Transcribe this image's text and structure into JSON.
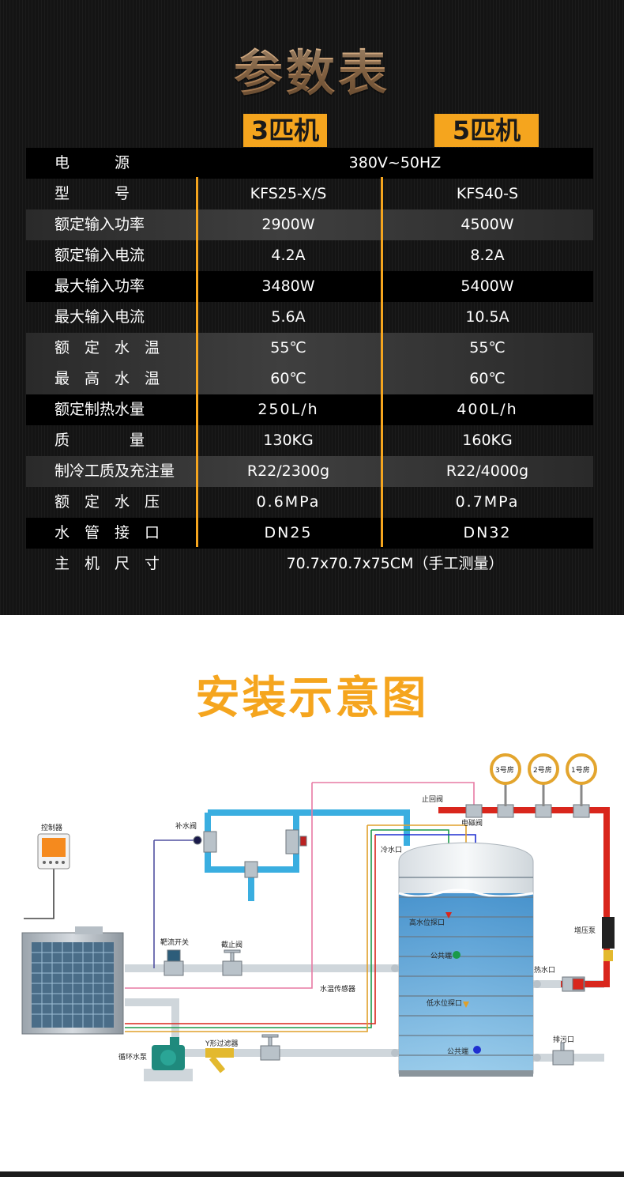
{
  "spec": {
    "title": "参数表",
    "model_headers": [
      "3匹机",
      "5匹机"
    ],
    "rows": [
      {
        "label": "电　　　源",
        "spread": true,
        "span": "380V~50HZ",
        "style": "black"
      },
      {
        "label": "型　　　号",
        "spread": true,
        "v1": "KFS25-X/S",
        "v2": "KFS40-S",
        "style": "clear"
      },
      {
        "label": "额定输入功率",
        "spread": true,
        "v1": "2900W",
        "v2": "4500W",
        "style": "gray"
      },
      {
        "label": "额定输入电流",
        "spread": true,
        "v1": "4.2A",
        "v2": "8.2A",
        "style": "clear"
      },
      {
        "label": "最大输入功率",
        "spread": true,
        "v1": "3480W",
        "v2": "5400W",
        "style": "black"
      },
      {
        "label": "最大输入电流",
        "spread": true,
        "v1": "5.6A",
        "v2": "10.5A",
        "style": "clear"
      },
      {
        "label": "额　定　水　温",
        "spread": true,
        "v1": "55℃",
        "v2": "55℃",
        "style": "gray"
      },
      {
        "label": "最　高　水　温",
        "spread": true,
        "v1": "60℃",
        "v2": "60℃",
        "style": "gray"
      },
      {
        "label": "额定制热水量",
        "spread": true,
        "v1": "250L/h",
        "v2": "400L/h",
        "style": "black",
        "spaced": true
      },
      {
        "label": "质　　　　量",
        "spread": true,
        "v1": "130KG",
        "v2": "160KG",
        "style": "clear"
      },
      {
        "label": "制冷工质及充注量",
        "spread": false,
        "v1": "R22/2300g",
        "v2": "R22/4000g",
        "style": "gray"
      },
      {
        "label": "额　定　水　压",
        "spread": true,
        "v1": "0.6MPa",
        "v2": "0.7MPa",
        "style": "clear",
        "spaced": true
      },
      {
        "label": "水　管　接　口",
        "spread": true,
        "v1": "DN25",
        "v2": "DN32",
        "style": "black",
        "spaced": true
      },
      {
        "label": "主　机　尺　寸",
        "spread": true,
        "span": "70.7x70.7x75CM（手工测量）",
        "style": "clear"
      }
    ]
  },
  "install": {
    "title": "安装示意图",
    "labels": {
      "controller": "控制器",
      "makeup_valve": "补水阀",
      "check_valve": "止回阀",
      "solenoid_valve": "电磁阀",
      "room3": "3号房",
      "room2": "2号房",
      "room1": "1号房",
      "cold_inlet": "冷水口",
      "high_level_probe": "高水位探口",
      "common_end_1": "公共端",
      "booster_pump": "增压泵",
      "flow_switch": "靶流开关",
      "stop_valve": "截止阀",
      "hot_outlet": "热水口",
      "temp_sensor": "水温传感器",
      "low_level_probe": "低水位探口",
      "circ_pump": "循环水泵",
      "y_filter": "Y形过滤器",
      "drain": "排污口",
      "common_end_2": "公共端"
    }
  },
  "colors": {
    "accent": "#f5a51e",
    "pipe_blue": "#3aaee0",
    "pipe_red": "#d9261c",
    "pipe_green": "#1a9a4a",
    "pipe_gray": "#cfd6db"
  }
}
